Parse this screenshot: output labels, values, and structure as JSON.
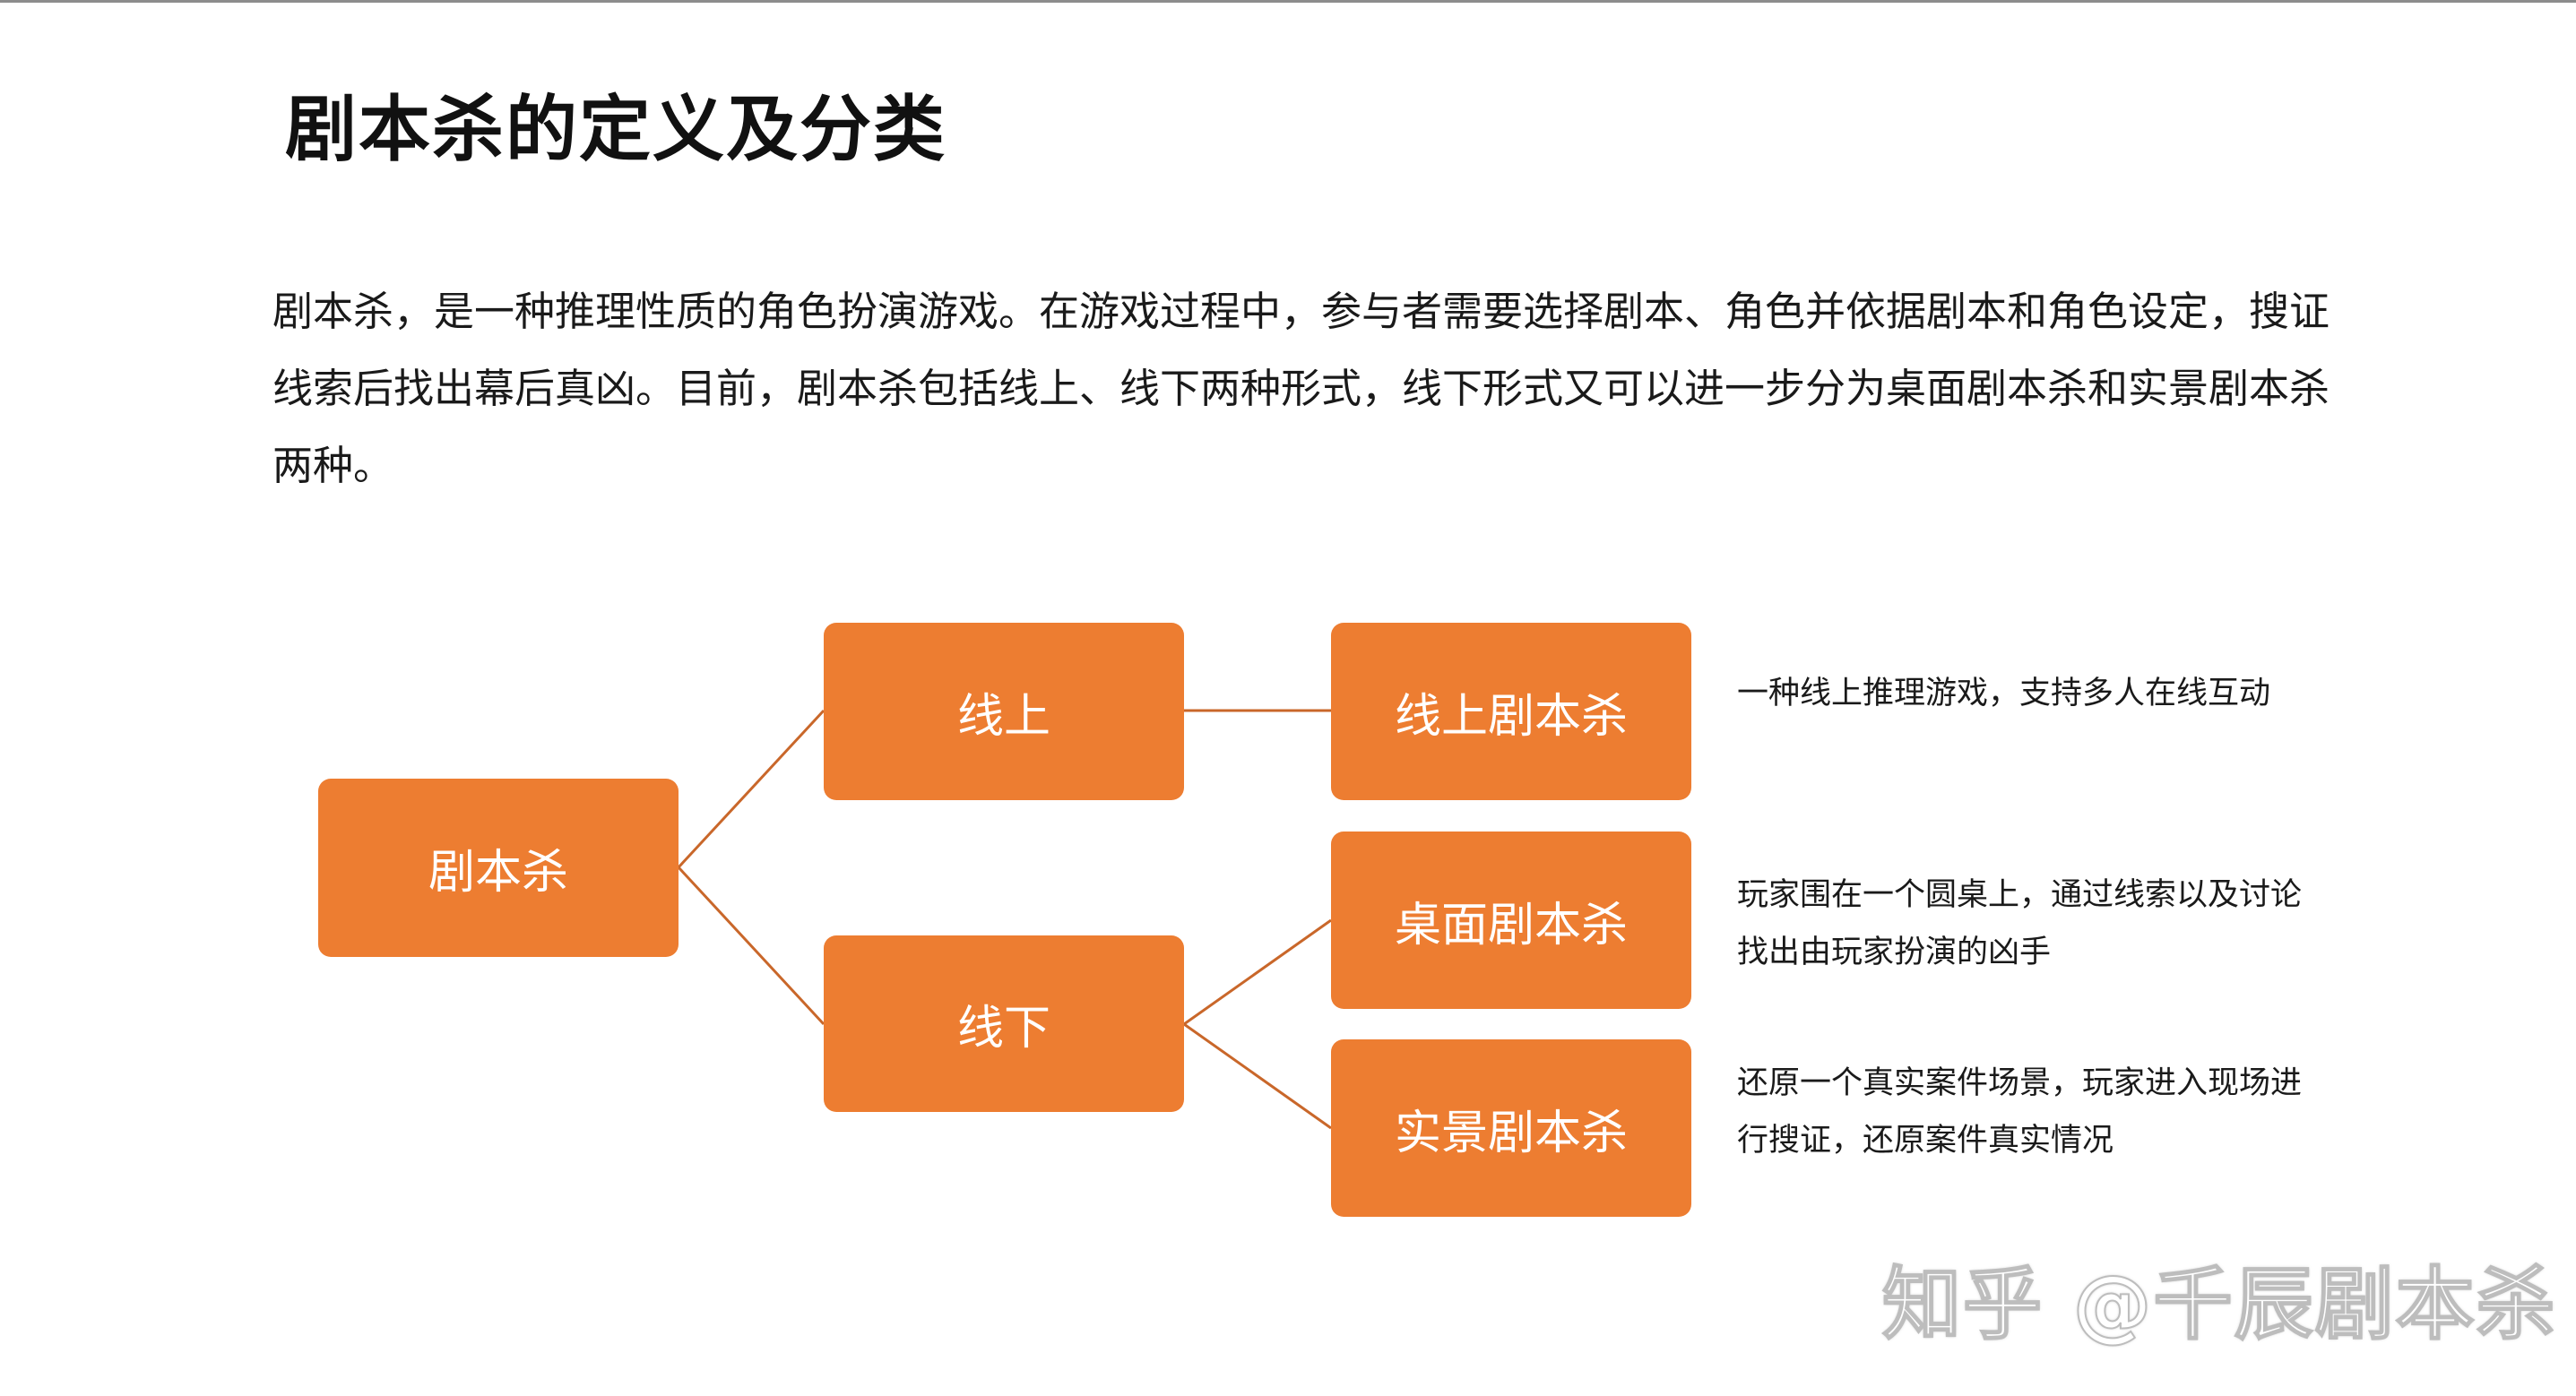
{
  "title": "剧本杀的定义及分类",
  "intro": "剧本杀，是一种推理性质的角色扮演游戏。在游戏过程中，参与者需要选择剧本、角色并依据剧本和角色设定，搜证线索后找出幕后真凶。目前，剧本杀包括线上、线下两种形式，线下形式又可以进一步分为桌面剧本杀和实景剧本杀两种。",
  "diagram": {
    "root": "剧本杀",
    "online": "线上",
    "offline": "线下",
    "online_murder": "线上剧本杀",
    "tabletop_murder": "桌面剧本杀",
    "live_murder": "实景剧本杀"
  },
  "descriptions": {
    "online_murder": "一种线上推理游戏，支持多人在线互动",
    "tabletop_murder": "玩家围在一个圆桌上，通过线索以及讨论找出由玩家扮演的凶手",
    "live_murder": "还原一个真实案件场景，玩家进入现场进行搜证，还原案件真实情况"
  },
  "watermark": "知乎 @千辰剧本杀",
  "colors": {
    "node_fill": "#ed7d31",
    "node_text": "#ffffff",
    "connector": "#c9672a"
  }
}
